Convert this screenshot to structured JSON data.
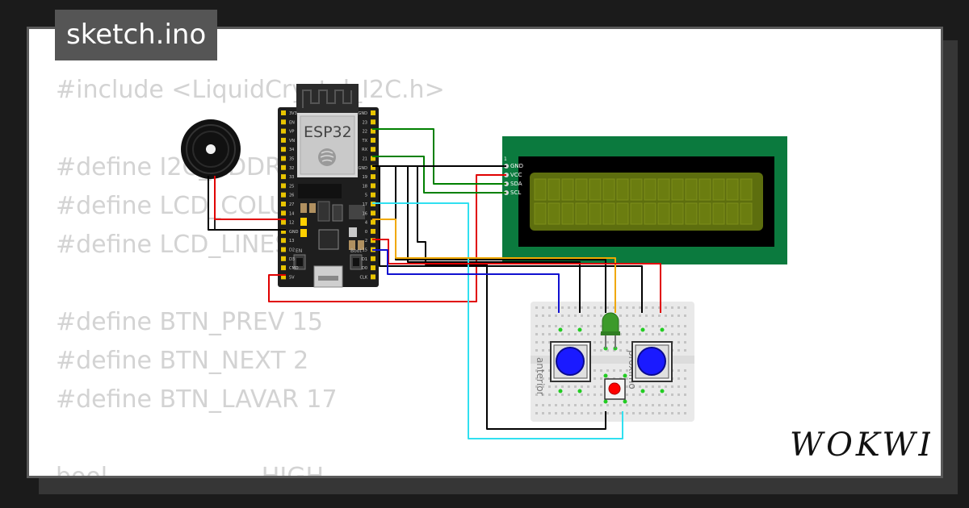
{
  "file": {
    "name": "sketch.ino"
  },
  "code": {
    "lines": [
      "#include <LiquidCrystal_I2C.h>",
      "",
      "#define I2C_ADDR",
      "#define LCD_COLUMNS",
      "#define LCD_LINES",
      "",
      "#define BTN_PREV 15",
      "#define BTN_NEXT 2",
      "#define BTN_LAVAR 17",
      "",
      "bool                    HIGH"
    ]
  },
  "esp32": {
    "label": "ESP32",
    "left_pins": [
      "3V3",
      "EN",
      "VP",
      "VN",
      "34",
      "35",
      "32",
      "33",
      "25",
      "26",
      "27",
      "14",
      "12",
      "GND",
      "13",
      "D2",
      "D3",
      "CMD",
      "5V"
    ],
    "right_pins": [
      "GND",
      "23",
      "22",
      "TX",
      "RX",
      "21",
      "GND",
      "19",
      "18",
      "5",
      "17",
      "16",
      "4",
      "0",
      "2",
      "15",
      "D1",
      "D0",
      "CLK"
    ],
    "buttons": {
      "en": "EN",
      "boot": "Boot"
    }
  },
  "lcd": {
    "marker": "1",
    "pins": [
      "GND",
      "VCC",
      "SDA",
      "SCL"
    ]
  },
  "breadboard": {
    "labels": {
      "left_button": "anterior",
      "right_button": "proximo"
    }
  },
  "branding": {
    "logo": "WOKWI"
  },
  "colors": {
    "background": "#1b1b1b",
    "card": "#ffffff",
    "code_text": "#d3d3d3",
    "pcb": "#1e1e1e",
    "lcd_board": "#0b7a3e",
    "lcd_screen": "#5d6e0e",
    "button_blue": "#1a1aff",
    "wire_red": "#e00000",
    "wire_green": "#008000",
    "wire_black": "#000000",
    "wire_blue": "#1010d0",
    "wire_cyan": "#30e0f0",
    "wire_orange": "#f0a800"
  }
}
